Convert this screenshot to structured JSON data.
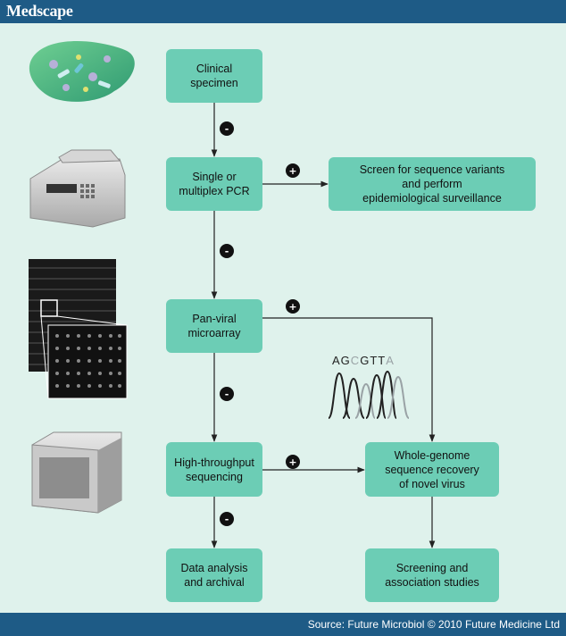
{
  "brand": "Medscape",
  "source": "Source: Future Microbiol © 2010 Future Medicine Ltd",
  "steps": {
    "clinical": "Clinical\nspecimen",
    "pcr": "Single or\nmultiplex PCR",
    "screen": "Screen for sequence variants\nand perform\nepidemiological surveillance",
    "microarray": "Pan-viral\nmicroarray",
    "hts": "High-throughput\nsequencing",
    "genome": "Whole-genome\nsequence recovery\nof novel virus",
    "data": "Data analysis\nand archival",
    "screening": "Screening and\nassociation studies"
  },
  "signs": {
    "negative": "-",
    "positive": "+"
  },
  "sequence_bases": [
    {
      "base": "A",
      "color": "#222222"
    },
    {
      "base": "G",
      "color": "#222222"
    },
    {
      "base": "C",
      "color": "#9aa3a6"
    },
    {
      "base": "G",
      "color": "#222222"
    },
    {
      "base": "T",
      "color": "#222222"
    },
    {
      "base": "T",
      "color": "#222222"
    },
    {
      "base": "A",
      "color": "#9aa3a6"
    }
  ],
  "colors": {
    "header": "#1e5b86",
    "background": "#dff2ec",
    "box": "#6ccdb5"
  }
}
